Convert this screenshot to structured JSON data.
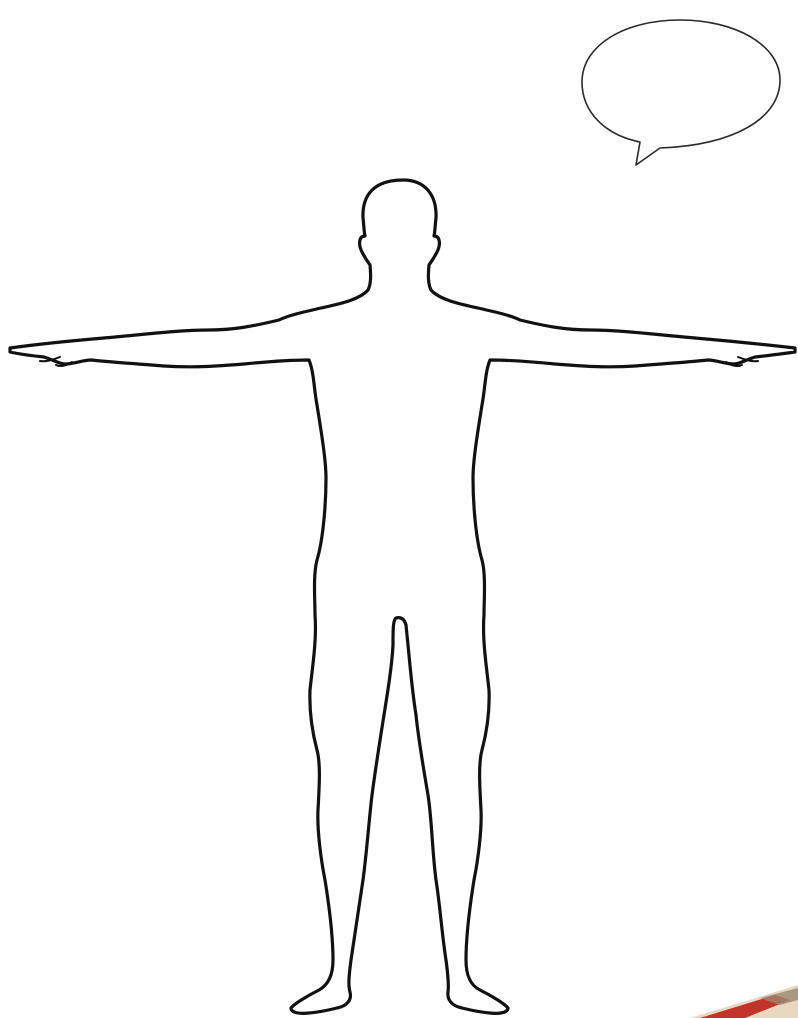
{
  "figure": {
    "subject": "human-body-outline",
    "pose": "t-pose-front-view",
    "background_color": "#ffffff",
    "outline_color": "#111111",
    "fill_color": "#ffffff"
  },
  "speech_bubble": {
    "text": "",
    "fill_color": "#ffffff",
    "stroke_color": "#2a2a2a"
  },
  "corner_decoration": {
    "icon": "torn-paper-corner",
    "colors": [
      "#c2342a",
      "#e8d8c0",
      "#9a8a70"
    ]
  }
}
